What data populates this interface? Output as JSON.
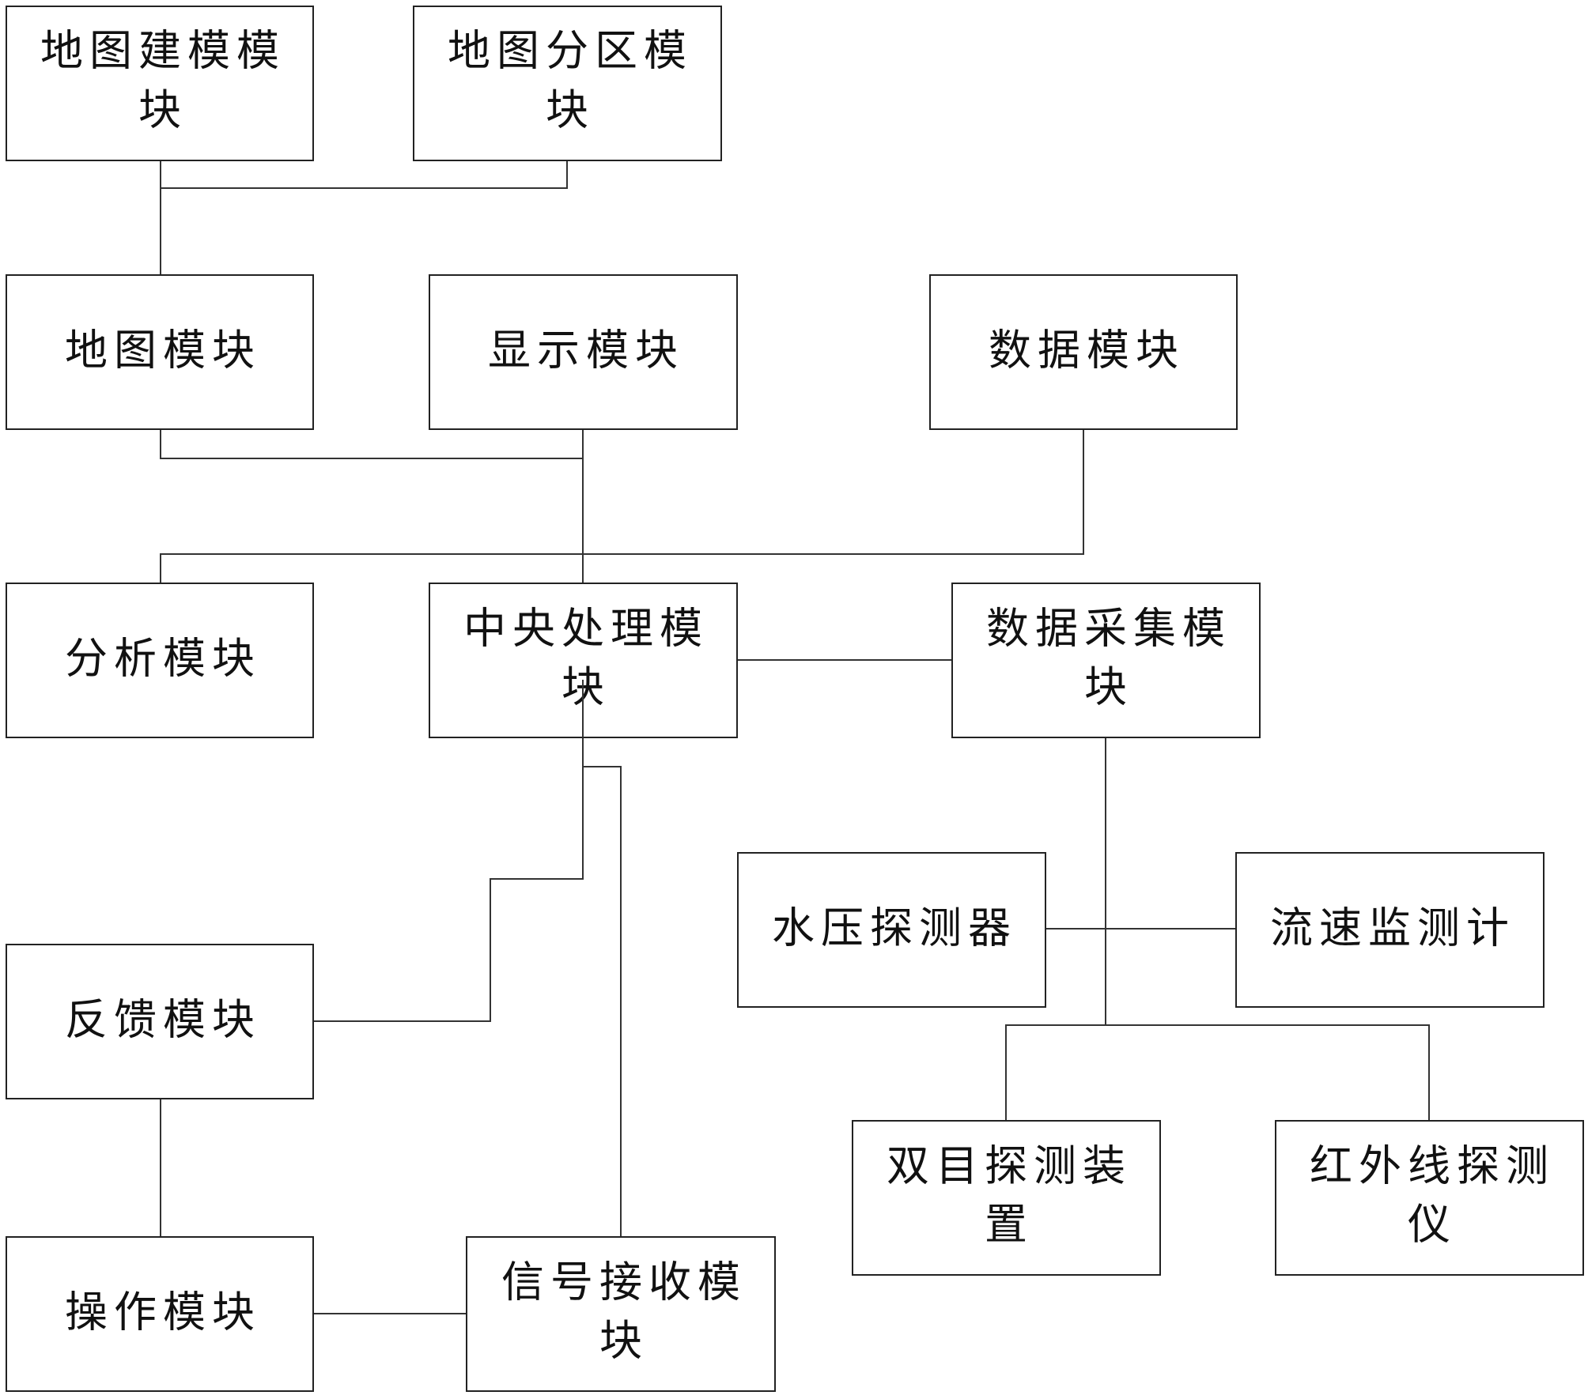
{
  "modules": {
    "map_modeling": [
      "地图建模模",
      "块"
    ],
    "map_partition": [
      "地图分区模",
      "块"
    ],
    "map": [
      "地图模块"
    ],
    "display": [
      "显示模块"
    ],
    "data": [
      "数据模块"
    ],
    "analysis": [
      "分析模块"
    ],
    "central_processing": [
      "中央处理模",
      "块"
    ],
    "data_collection": [
      "数据采集模",
      "块"
    ],
    "water_pressure_detector": [
      "水压探测器"
    ],
    "flow_velocity_monitor": [
      "流速监测计"
    ],
    "feedback": [
      "反馈模块"
    ],
    "binocular_detection_device": [
      "双目探测装",
      "置"
    ],
    "infrared_detector": [
      "红外线探测",
      "仪"
    ],
    "operation": [
      "操作模块"
    ],
    "signal_receiving": [
      "信号接收模",
      "块"
    ]
  }
}
